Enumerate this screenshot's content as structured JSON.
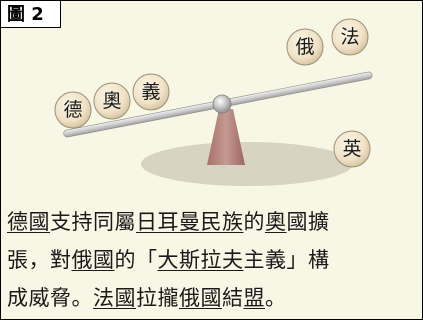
{
  "figure_label": "圖 2",
  "countries": {
    "germany": "德",
    "austria": "奧",
    "italy": "義",
    "russia": "俄",
    "france": "法",
    "britain": "英"
  },
  "caption": {
    "line1": [
      {
        "text": "德國",
        "underline": true
      },
      {
        "text": "支持同屬",
        "underline": false
      },
      {
        "text": "日耳曼民族",
        "underline": true
      },
      {
        "text": "的",
        "underline": false
      },
      {
        "text": "奧",
        "underline": true
      },
      {
        "text": "國擴",
        "underline": false
      }
    ],
    "line2": [
      {
        "text": "張，對",
        "underline": false
      },
      {
        "text": "俄國",
        "underline": true
      },
      {
        "text": "的「",
        "underline": false
      },
      {
        "text": "大斯拉夫",
        "underline": true
      },
      {
        "text": "主義」構",
        "underline": false
      }
    ],
    "line3": [
      {
        "text": "成威脅。",
        "underline": false
      },
      {
        "text": "法國",
        "underline": true
      },
      {
        "text": "拉攏",
        "underline": false
      },
      {
        "text": "俄國",
        "underline": true
      },
      {
        "text": "結",
        "underline": false
      },
      {
        "text": "盟",
        "underline": true
      },
      {
        "text": "。",
        "underline": false
      }
    ]
  },
  "colors": {
    "background": "#f8f6e4",
    "ball_fill": "#f0e2c6",
    "ball_stroke": "#9a8f7a",
    "fulcrum": "#b5857d",
    "shadow": "#d8d4c4",
    "beam": "#c9c9c9"
  }
}
